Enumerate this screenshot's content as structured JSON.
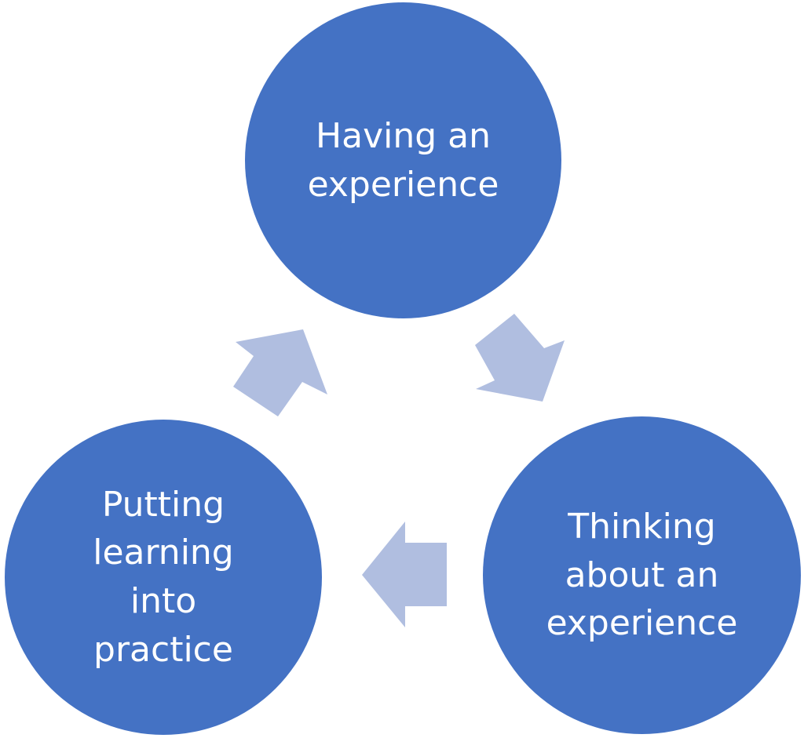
{
  "colors": {
    "circle_fill": "#4472C4",
    "arrow_fill": "#B0BEE0",
    "text": "#FFFFFF",
    "background": "#FFFFFF"
  },
  "nodes": [
    {
      "id": "top",
      "label": "Having an\nexperience"
    },
    {
      "id": "right",
      "label": "Thinking\nabout an\nexperience"
    },
    {
      "id": "left",
      "label": "Putting\nlearning\ninto\npractice"
    }
  ],
  "arrows": [
    {
      "from": "top",
      "to": "right",
      "icon": "arrow-right-icon"
    },
    {
      "from": "right",
      "to": "left",
      "icon": "arrow-left-icon"
    },
    {
      "from": "left",
      "to": "top",
      "icon": "arrow-up-icon"
    }
  ]
}
